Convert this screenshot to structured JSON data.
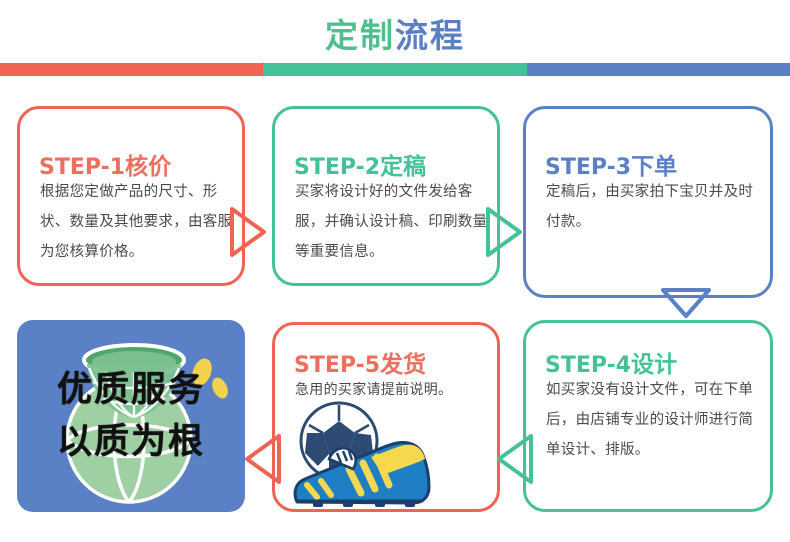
{
  "header": {
    "title_part1": "定制",
    "title_part2": "流程",
    "bar_colors": [
      "#EF6352",
      "#45C199",
      "#5A81C6"
    ]
  },
  "colors": {
    "red": "#EF6352",
    "green": "#45C199",
    "blue": "#5A81C6",
    "body_text": "#4a4a4a",
    "promo_bg": "#5A81C6",
    "promo_text": "#111111",
    "ball_navy": "#2C4A72",
    "cleat_blue": "#1E7FC4",
    "cleat_yellow": "#F6D84E",
    "hoop_green": "#4FA86B",
    "hoop_light": "#A8D5A8",
    "accent_yellow": "#F2D24B"
  },
  "steps": [
    {
      "id": "step-1",
      "label_en": "STEP-1",
      "label_cn": "核价",
      "body": "根据您定做产品的尺寸、形状、数量及其他要求，由客服为您核算价格。",
      "color": "red"
    },
    {
      "id": "step-2",
      "label_en": "STEP-2",
      "label_cn": "定稿",
      "body": "买家将设计好的文件发给客服，并确认设计稿、印刷数量等重要信息。",
      "color": "green"
    },
    {
      "id": "step-3",
      "label_en": "STEP-3",
      "label_cn": "下单",
      "body": "定稿后，由买家拍下宝贝并及时付款。",
      "color": "blue"
    },
    {
      "id": "step-4",
      "label_en": "STEP-4",
      "label_cn": "设计",
      "body": "如买家没有设计文件，可在下单后，由店铺专业的设计师进行简单设计、排版。",
      "color": "green"
    },
    {
      "id": "step-5",
      "label_en": "STEP-5",
      "label_cn": "发货",
      "body": "急用的买家请提前说明。",
      "color": "red"
    }
  ],
  "promo": {
    "line1": "优质服务",
    "line2": "以质为根"
  },
  "arrows": [
    {
      "name": "arrow-step1-to-step2",
      "direction": "right",
      "color": "#EF6352"
    },
    {
      "name": "arrow-step2-to-step3",
      "direction": "right",
      "color": "#45C199"
    },
    {
      "name": "arrow-step3-to-step4",
      "direction": "down",
      "color": "#5A81C6"
    },
    {
      "name": "arrow-step4-to-step5",
      "direction": "left",
      "color": "#45C199"
    },
    {
      "name": "arrow-step5-to-promo",
      "direction": "left",
      "color": "#EF6352"
    }
  ]
}
